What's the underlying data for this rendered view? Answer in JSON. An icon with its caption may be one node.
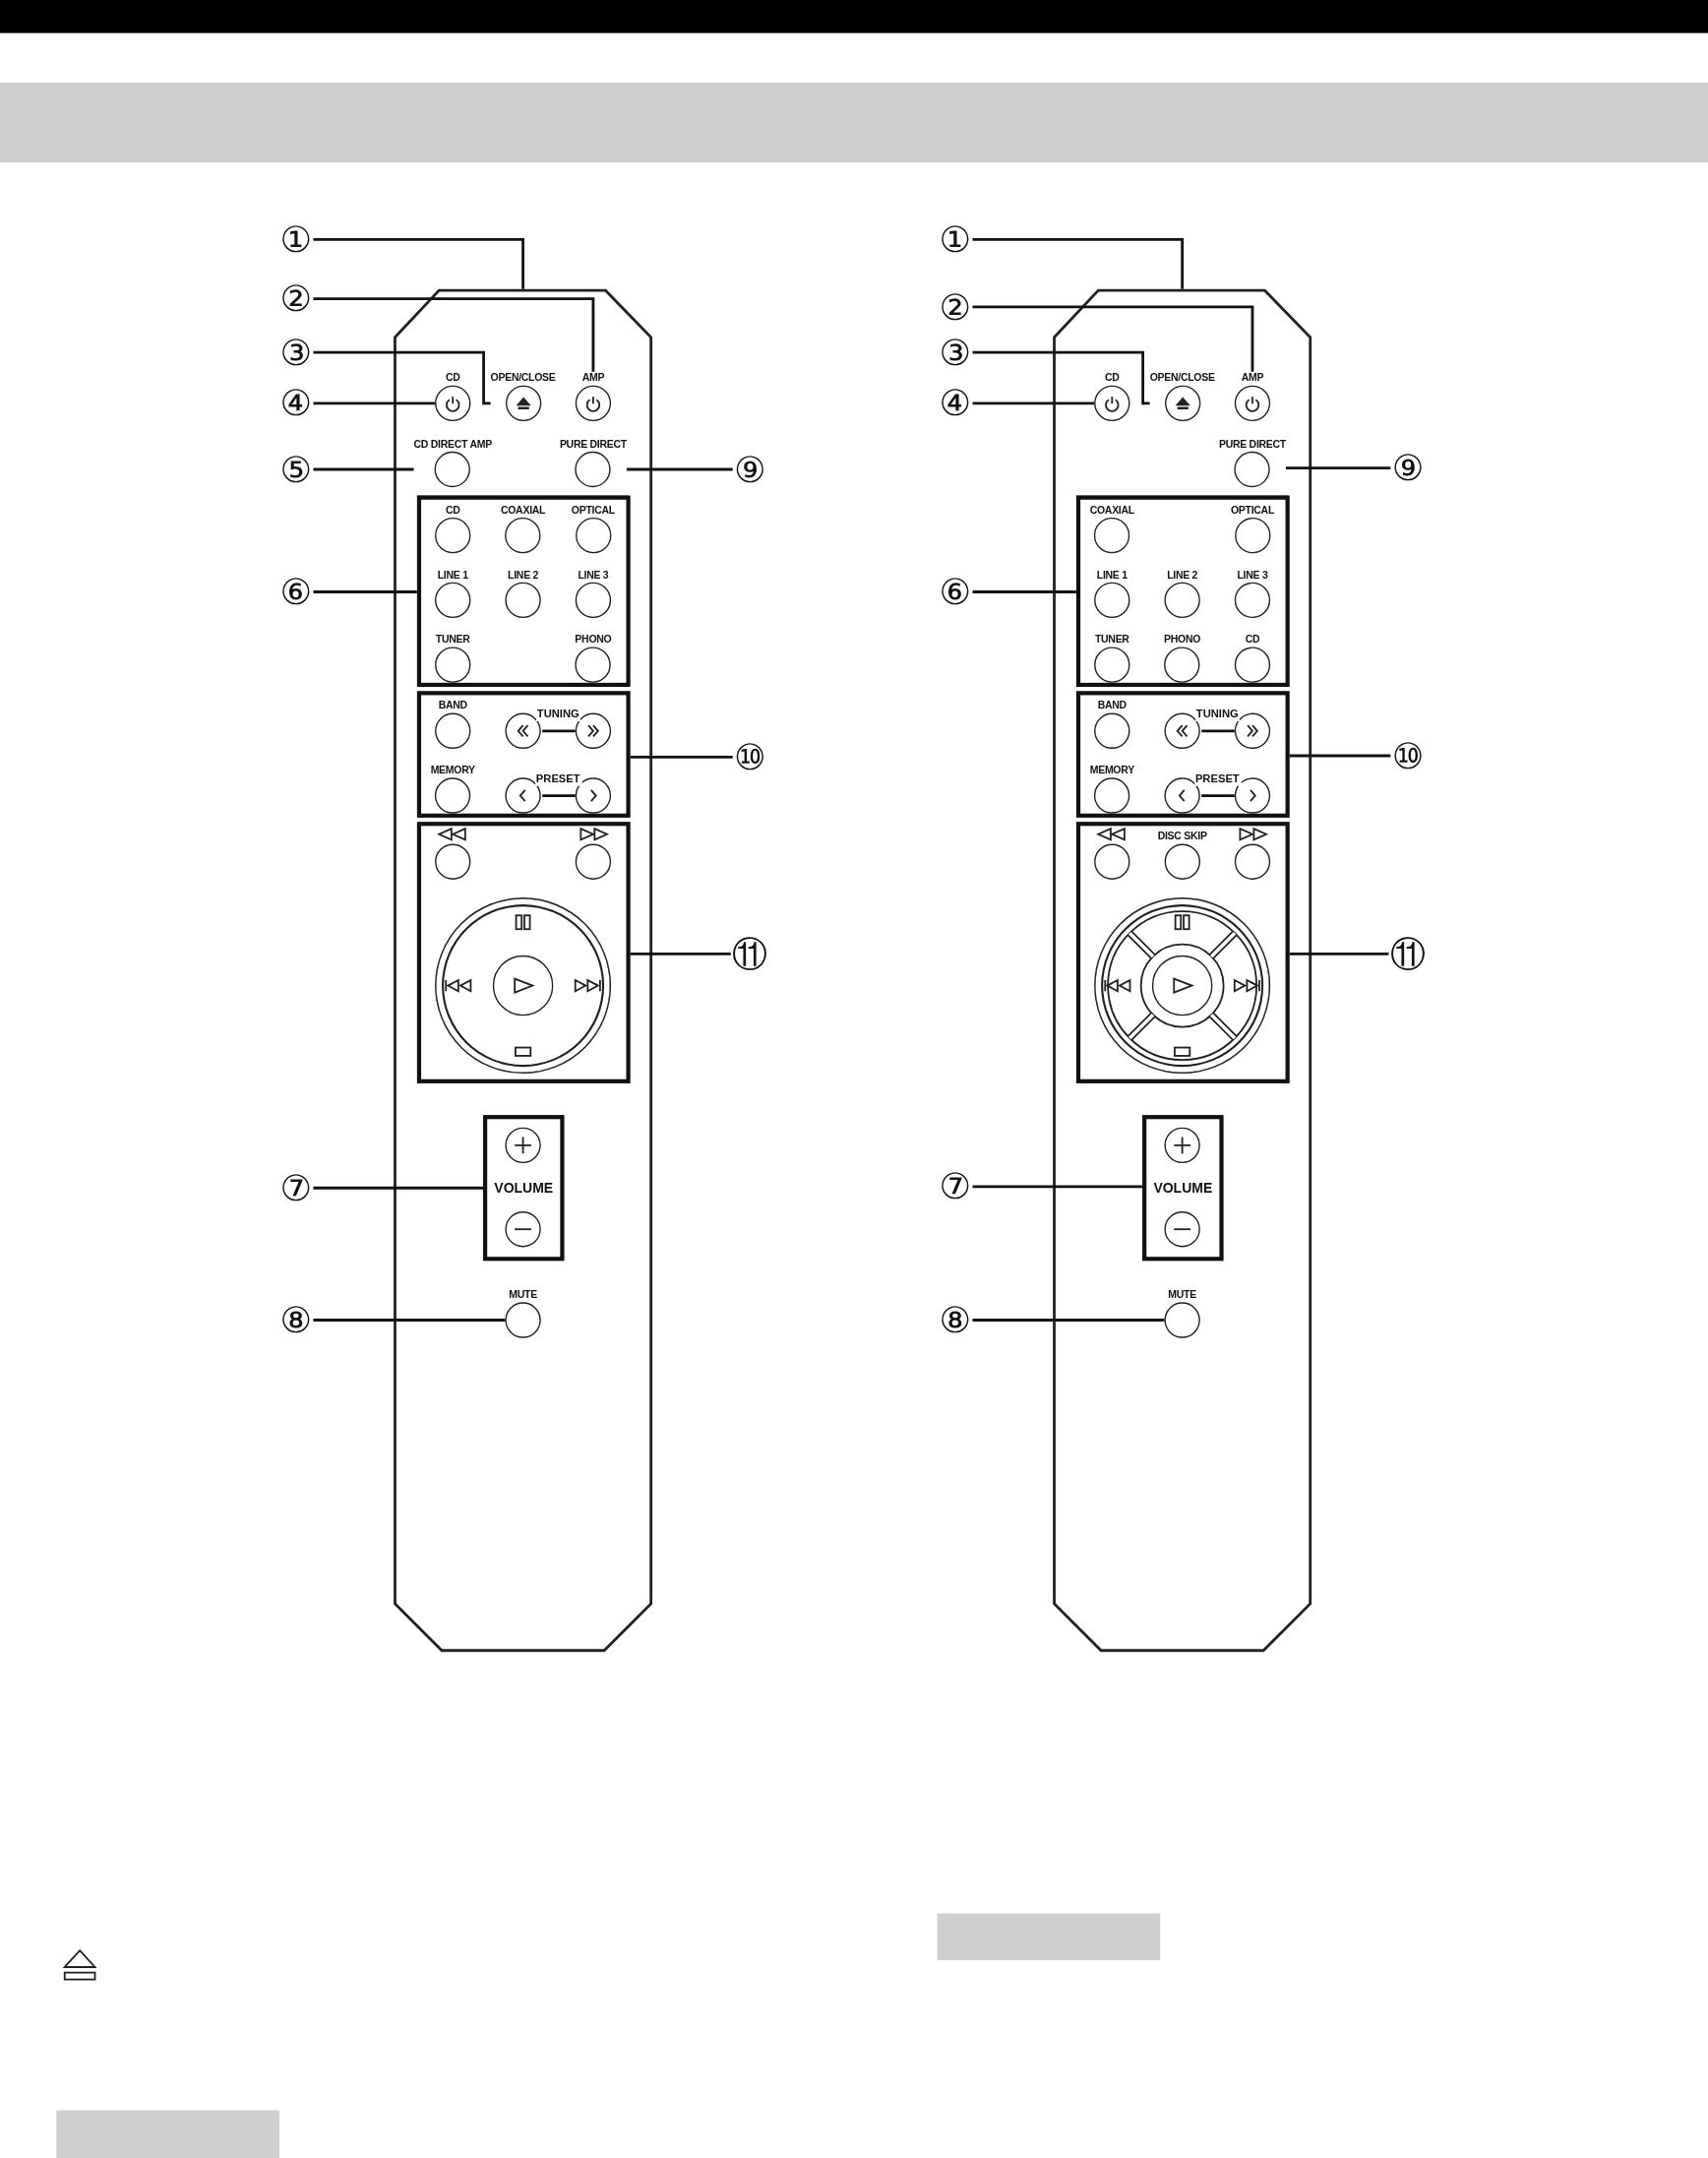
{
  "diagram": {
    "nodes": [
      {
        "text": [
          "①"
        ]
      },
      {
        "text": [
          "②"
        ]
      },
      {
        "text": [
          "③"
        ]
      },
      {
        "text": [
          "④"
        ]
      },
      {
        "text": [
          "⑤"
        ]
      },
      {
        "text": [
          "⑥"
        ]
      },
      {
        "text": [
          "⑦"
        ]
      },
      {
        "text": [
          "⑧"
        ]
      },
      {
        "text": [
          "⑨"
        ]
      },
      {
        "text": [
          "⑩"
        ]
      },
      {
        "text": [
          "⑪"
        ]
      },
      {
        "text": [],
        "shape": "box"
      },
      {
        "text": [
          "CD"
        ],
        "in": 11
      },
      {
        "text": [
          "OPEN/CLOSE"
        ],
        "in": 11
      },
      {
        "text": [
          "AMP"
        ],
        "in": 11
      },
      {
        "text": [
          "CD DIRECT AMP"
        ],
        "in": 11
      },
      {
        "text": [
          "PURE DIRECT"
        ],
        "in": 11
      },
      {
        "text": [],
        "shape": "box",
        "in": 11
      },
      {
        "text": [
          "CD"
        ],
        "in": 17
      },
      {
        "text": [
          "COAXIAL"
        ],
        "in": 17
      },
      {
        "text": [
          "OPTICAL"
        ],
        "in": 17
      },
      {
        "text": [
          "LINE 1"
        ],
        "in": 17
      },
      {
        "text": [
          "LINE 2"
        ],
        "in": 17
      },
      {
        "text": [
          "LINE 3"
        ],
        "in": 17
      },
      {
        "text": [
          "TUNER"
        ],
        "in": 17
      },
      {
        "text": [
          "PHONO"
        ],
        "in": 17
      },
      {
        "text": [],
        "shape": "box",
        "in": 11
      },
      {
        "text": [
          "BAND"
        ],
        "in": 26
      },
      {
        "text": [],
        "shape": "circle",
        "in": 26
      },
      {
        "text": [],
        "shape": "circle",
        "in": 26
      },
      {
        "text": [
          "MEMORY"
        ],
        "in": 26
      },
      {
        "text": [],
        "shape": "circle",
        "in": 26
      },
      {
        "text": [],
        "shape": "circle",
        "in": 26
      },
      {
        "text": [],
        "shape": "box",
        "in": 11
      },
      {
        "text": [],
        "shape": "circle",
        "in": 33
      },
      {
        "text": [],
        "shape": "circle",
        "in": 33
      },
      {
        "text": [],
        "shape": "circle",
        "in": 33
      },
      {
        "text": [],
        "shape": "circle",
        "in": 36
      },
      {
        "text": [
          "VOLUME"
        ],
        "in": 11
      },
      {
        "text": [],
        "shape": "circle",
        "in": 38
      },
      {
        "text": [],
        "shape": "circle",
        "in": 38
      },
      {
        "text": [
          "MUTE"
        ],
        "in": 11
      },
      {
        "text": [
          "①"
        ]
      },
      {
        "text": [
          "②"
        ]
      },
      {
        "text": [
          "③"
        ]
      },
      {
        "text": [
          "④"
        ]
      },
      {
        "text": [
          "⑥"
        ]
      },
      {
        "text": [
          "⑦"
        ]
      },
      {
        "text": [
          "⑧"
        ]
      },
      {
        "text": [
          "⑨"
        ]
      },
      {
        "text": [
          "⑩"
        ]
      },
      {
        "text": [
          "⑪"
        ]
      },
      {
        "text": [],
        "shape": "box"
      },
      {
        "text": [
          "CD"
        ],
        "in": 52
      },
      {
        "text": [
          "OPEN/CLOSE"
        ],
        "in": 52
      },
      {
        "text": [
          "AMP"
        ],
        "in": 52
      },
      {
        "text": [
          "PURE DIRECT"
        ],
        "in": 52
      },
      {
        "text": [],
        "shape": "box",
        "in": 52
      },
      {
        "text": [
          "COAXIAL"
        ],
        "in": 57
      },
      {
        "text": [
          "OPTICAL"
        ],
        "in": 57
      },
      {
        "text": [
          "LINE 1"
        ],
        "in": 57
      },
      {
        "text": [
          "LINE 2"
        ],
        "in": 57
      },
      {
        "text": [
          "LINE 3"
        ],
        "in": 57
      },
      {
        "text": [
          "TUNER"
        ],
        "in": 57
      },
      {
        "text": [
          "PHONO"
        ],
        "in": 57
      },
      {
        "text": [
          "CD"
        ],
        "in": 57
      },
      {
        "text": [],
        "shape": "box",
        "in": 52
      },
      {
        "text": [
          "BAND"
        ],
        "in": 66
      },
      {
        "text": [],
        "shape": "circle",
        "in": 66
      },
      {
        "text": [],
        "shape": "circle",
        "in": 66
      },
      {
        "text": [
          "MEMORY"
        ],
        "in": 66
      },
      {
        "text": [],
        "shape": "circle",
        "in": 66
      },
      {
        "text": [],
        "shape": "circle",
        "in": 66
      },
      {
        "text": [],
        "shape": "box",
        "in": 52
      },
      {
        "text": [],
        "shape": "circle",
        "in": 73
      },
      {
        "text": [
          "DISC SKIP"
        ],
        "in": 73
      },
      {
        "text": [],
        "shape": "circle",
        "in": 73
      },
      {
        "text": [],
        "shape": "circle",
        "in": 73
      },
      {
        "text": [],
        "shape": "circle",
        "in": 77
      },
      {
        "text": [
          "VOLUME"
        ],
        "in": 52
      },
      {
        "text": [],
        "shape": "circle",
        "in": 79
      },
      {
        "text": [],
        "shape": "circle",
        "in": 79
      },
      {
        "text": [
          "MUTE"
        ],
        "in": 52
      },
      {
        "text": [],
        "shape": "bar"
      },
      {
        "text": [],
        "shape": "bar"
      },
      {
        "text": [],
        "shape": "bar"
      }
    ],
    "edges": [
      {
        "from": 0,
        "to": 11,
        "arrow": "none"
      },
      {
        "from": 1,
        "to": 14,
        "arrow": "none"
      },
      {
        "from": 2,
        "to": 13,
        "arrow": "none"
      },
      {
        "from": 3,
        "to": 12,
        "arrow": "none"
      },
      {
        "from": 4,
        "to": 15,
        "arrow": "none"
      },
      {
        "from": 5,
        "to": 17,
        "arrow": "none"
      },
      {
        "from": 6,
        "to": 38,
        "arrow": "none"
      },
      {
        "from": 7,
        "to": 41,
        "arrow": "none"
      },
      {
        "from": 8,
        "to": 16,
        "arrow": "none"
      },
      {
        "from": 9,
        "to": 26,
        "arrow": "none"
      },
      {
        "from": 10,
        "to": 33,
        "arrow": "none"
      },
      {
        "from": 42,
        "to": 52,
        "arrow": "none"
      },
      {
        "from": 43,
        "to": 55,
        "arrow": "none"
      },
      {
        "from": 44,
        "to": 54,
        "arrow": "none"
      },
      {
        "from": 45,
        "to": 53,
        "arrow": "none"
      },
      {
        "from": 46,
        "to": 57,
        "arrow": "none"
      },
      {
        "from": 47,
        "to": 79,
        "arrow": "none"
      },
      {
        "from": 48,
        "to": 82,
        "arrow": "none"
      },
      {
        "from": 49,
        "to": 56,
        "arrow": "none"
      },
      {
        "from": 50,
        "to": 66,
        "arrow": "none"
      },
      {
        "from": 51,
        "to": 73,
        "arrow": "none"
      },
      {
        "from": 28,
        "to": 29,
        "label": "TUNING",
        "arrow": "none"
      },
      {
        "from": 31,
        "to": 32,
        "label": "PRESET",
        "arrow": "none"
      },
      {
        "from": 68,
        "to": 69,
        "label": "TUNING",
        "arrow": "none"
      },
      {
        "from": 71,
        "to": 72,
        "label": "PRESET",
        "arrow": "none"
      }
    ]
  }
}
